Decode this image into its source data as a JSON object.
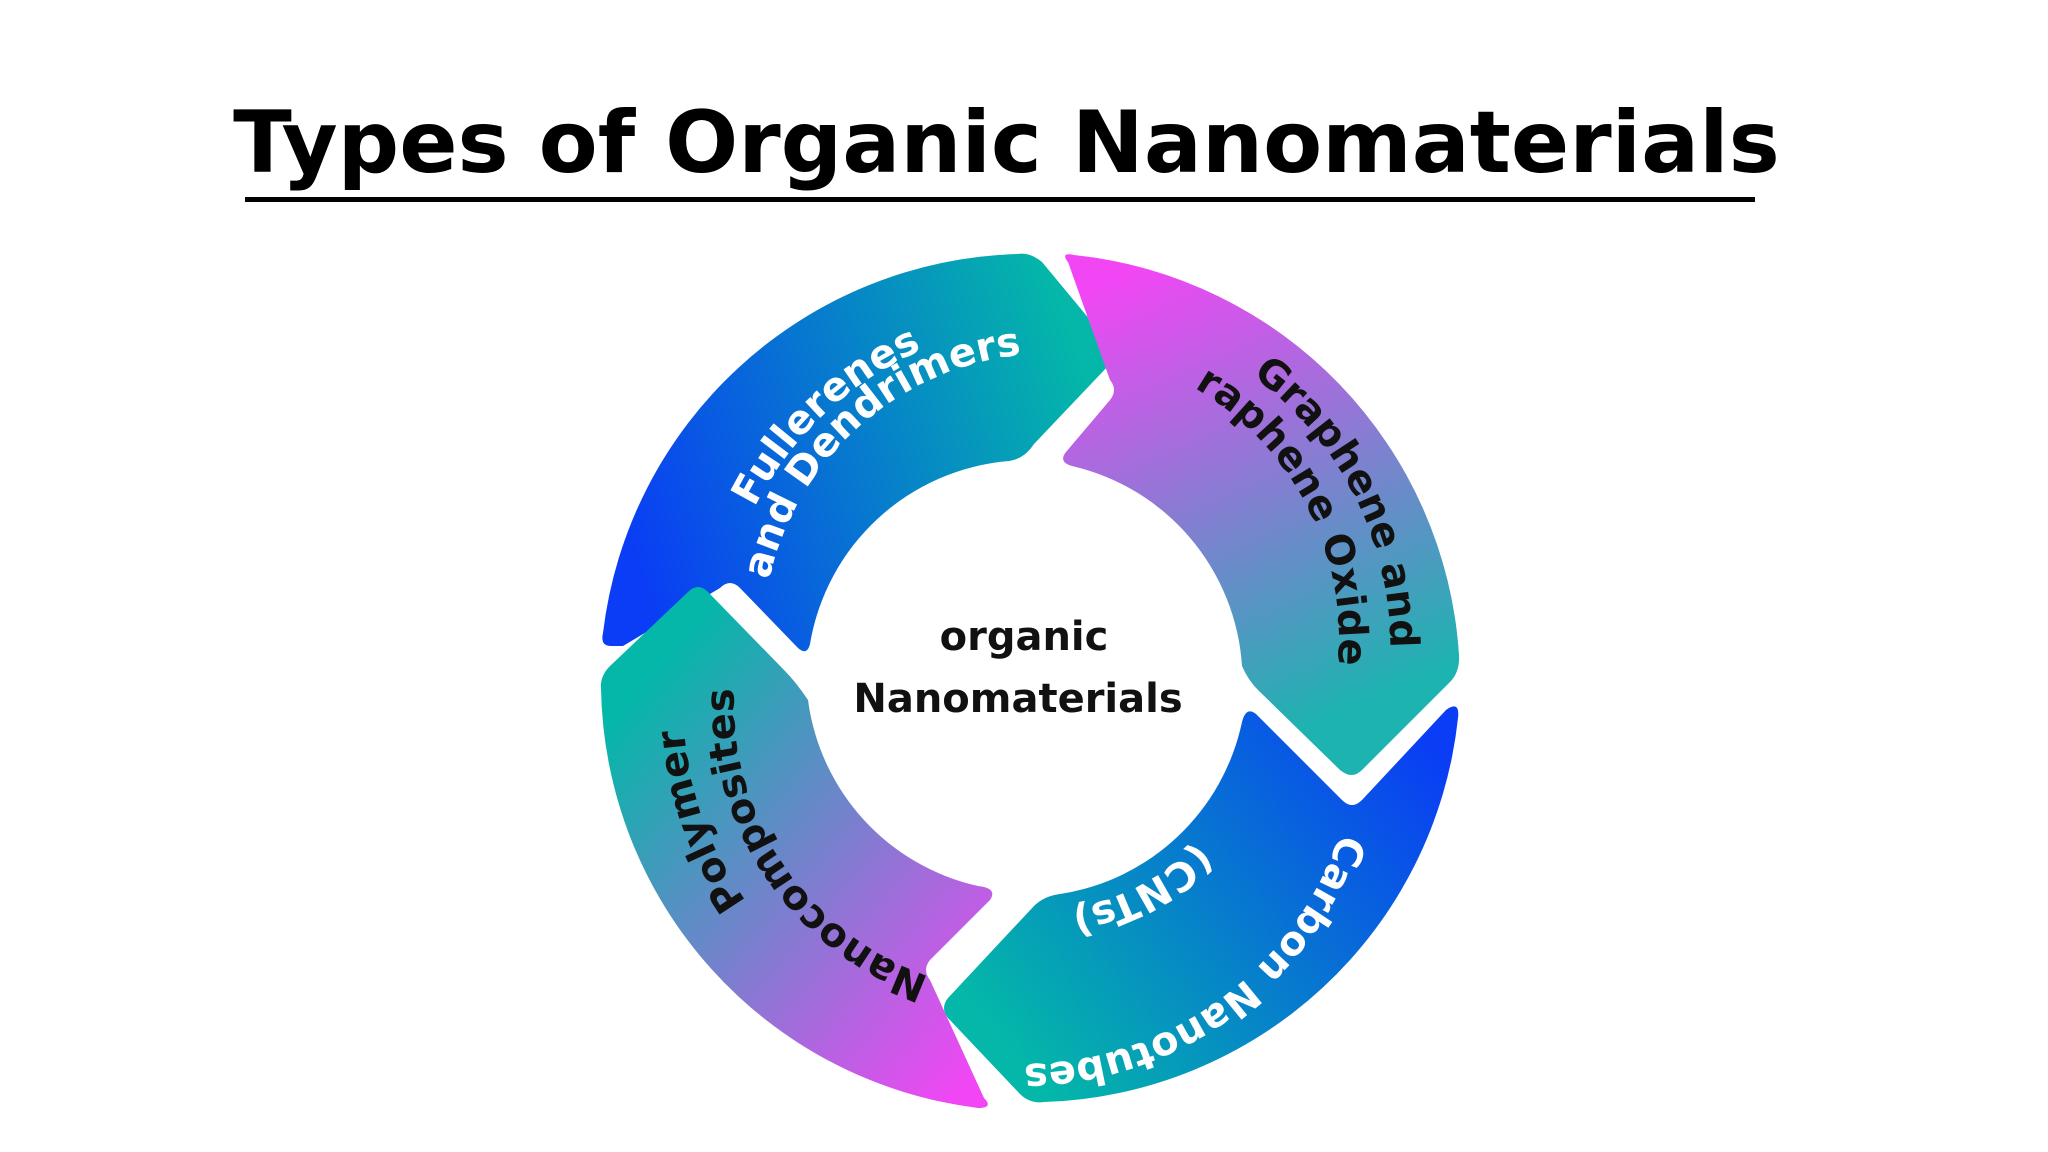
{
  "title": "Types of Organic Nanomaterials",
  "center": {
    "line1": "organic",
    "line2": "Nanomaterials"
  },
  "segments": [
    {
      "id": "fullerenes",
      "line1": "Fullerenes",
      "line2": "and Dendrimers",
      "text_color": "#ffffff",
      "gradient": [
        "#0a3df5",
        "#04b7a8"
      ]
    },
    {
      "id": "graphene",
      "line1": "Graphene and",
      "line2": "Graphene Oxides",
      "text_color": "#111111",
      "gradient": [
        "#f246f5",
        "#1cb3b0"
      ]
    },
    {
      "id": "cnt",
      "line1": "Carbon Nanotubes",
      "line2": "(CNTs)",
      "text_color": "#ffffff",
      "gradient": [
        "#0a3df5",
        "#04b7a8"
      ]
    },
    {
      "id": "polymer",
      "line1": "Polymer",
      "line2": "Nanocomposites",
      "text_color": "#111111",
      "gradient": [
        "#04b7a8",
        "#f246f5"
      ]
    }
  ]
}
